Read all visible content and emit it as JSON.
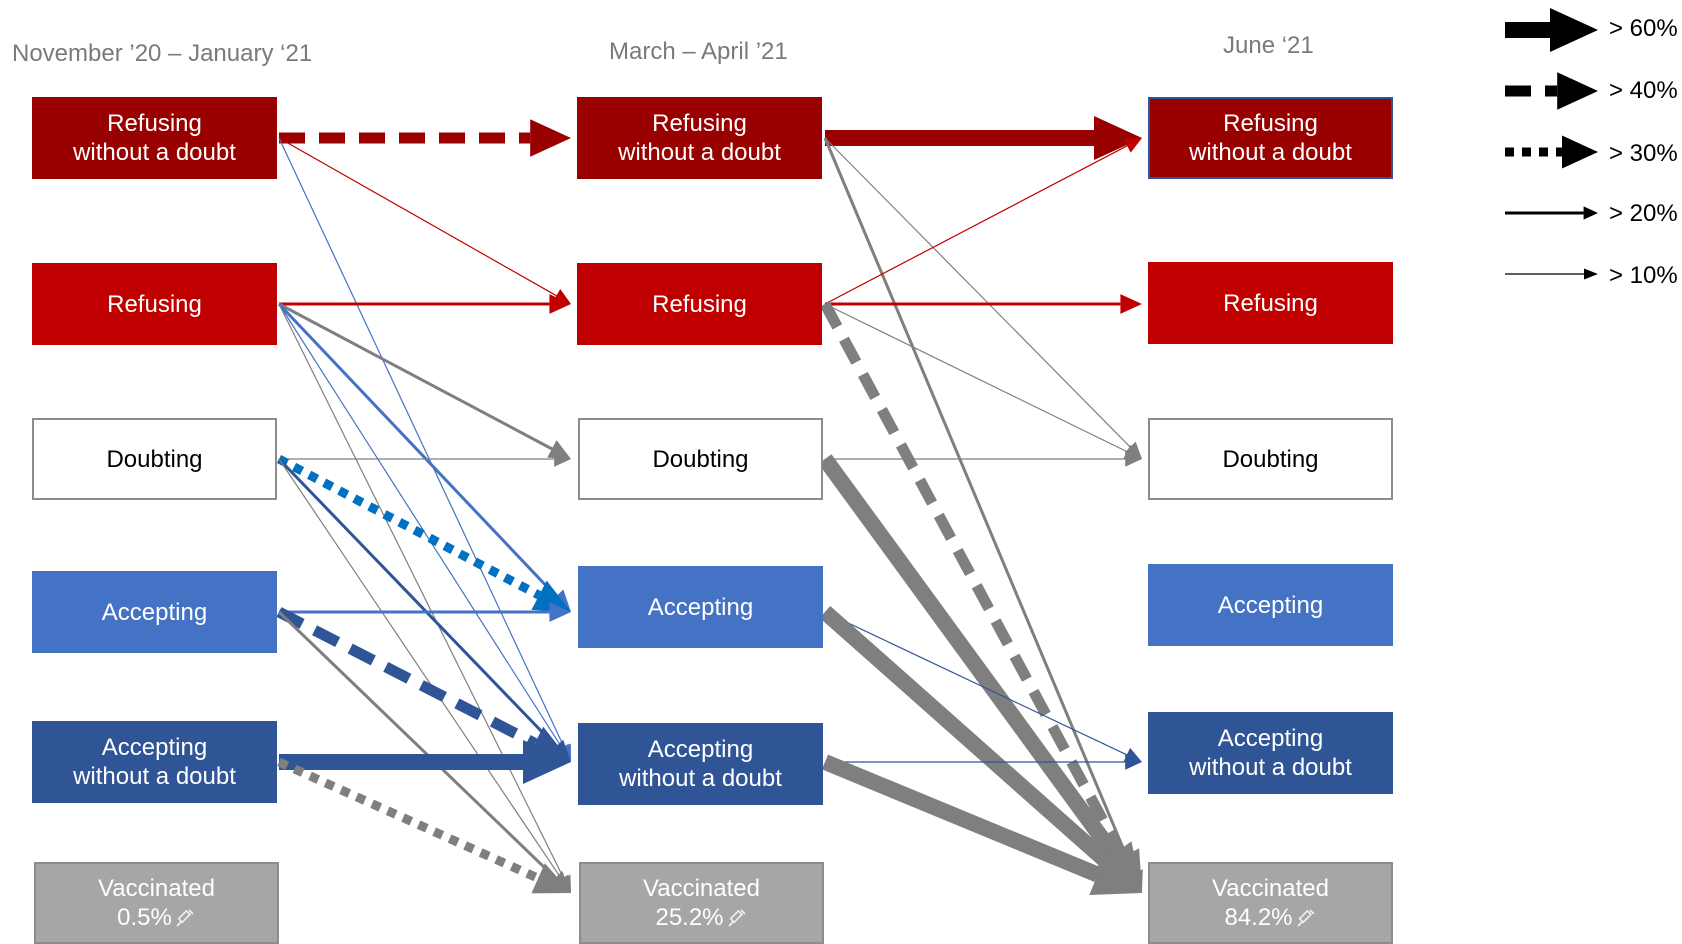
{
  "columns": [
    {
      "label": "November ’20 – January ‘21"
    },
    {
      "label": "March – April ’21"
    },
    {
      "label": "June ‘21"
    }
  ],
  "boxes": {
    "c0_rwd": {
      "line1": "Refusing",
      "line2": "without a doubt"
    },
    "c0_ref": {
      "line1": "Refusing"
    },
    "c0_dou": {
      "line1": "Doubting"
    },
    "c0_acc": {
      "line1": "Accepting"
    },
    "c0_awd": {
      "line1": "Accepting",
      "line2": "without a doubt"
    },
    "c0_vac": {
      "line1": "Vaccinated",
      "line2": "0.5%"
    },
    "c1_rwd": {
      "line1": "Refusing",
      "line2": "without a doubt"
    },
    "c1_ref": {
      "line1": "Refusing"
    },
    "c1_dou": {
      "line1": "Doubting"
    },
    "c1_acc": {
      "line1": "Accepting"
    },
    "c1_awd": {
      "line1": "Accepting",
      "line2": "without a doubt"
    },
    "c1_vac": {
      "line1": "Vaccinated",
      "line2": "25.2%"
    },
    "c2_rwd": {
      "line1": "Refusing",
      "line2": "without a doubt"
    },
    "c2_ref": {
      "line1": "Refusing"
    },
    "c2_dou": {
      "line1": "Doubting"
    },
    "c2_acc": {
      "line1": "Accepting"
    },
    "c2_awd": {
      "line1": "Accepting",
      "line2": "without a doubt"
    },
    "c2_vac": {
      "line1": "Vaccinated",
      "line2": "84.2%"
    }
  },
  "icons": {
    "vaccinated": "syringe-icon"
  },
  "legend": [
    {
      "label": "> 60%",
      "style": "thick-solid"
    },
    {
      "label": "> 40%",
      "style": "dashed"
    },
    {
      "label": "> 30%",
      "style": "dotted"
    },
    {
      "label": "> 20%",
      "style": "solid"
    },
    {
      "label": "> 10%",
      "style": "thin-solid"
    }
  ],
  "colors": {
    "refusing_without_doubt": "#990000",
    "refusing": "#c00000",
    "doubting": "#ffffff",
    "accepting": "#4472c4",
    "accepting_without_doubt": "#2f5597",
    "vaccinated": "#a6a6a6",
    "flow_red": "#c00000",
    "flow_dark_red": "#990000",
    "flow_blue": "#4472c4",
    "flow_dark_blue": "#2f5597",
    "flow_bright_blue": "#0070c0",
    "flow_grey": "#7f7f7f",
    "legend": "#000000"
  },
  "flows": [
    {
      "from": "c0_rwd",
      "to": "c1_rwd",
      "share": ">40%",
      "color": "flow_dark_red"
    },
    {
      "from": "c0_rwd",
      "to": "c1_ref",
      "share": ">10%",
      "color": "flow_red"
    },
    {
      "from": "c0_rwd",
      "to": "c1_awd",
      "share": ">10%",
      "color": "flow_blue"
    },
    {
      "from": "c0_ref",
      "to": "c1_ref",
      "share": ">20%",
      "color": "flow_red"
    },
    {
      "from": "c0_ref",
      "to": "c1_dou",
      "share": ">20%",
      "color": "flow_grey"
    },
    {
      "from": "c0_ref",
      "to": "c1_acc",
      "share": ">20%",
      "color": "flow_blue"
    },
    {
      "from": "c0_ref",
      "to": "c1_awd",
      "share": ">10%",
      "color": "flow_blue"
    },
    {
      "from": "c0_ref",
      "to": "c1_vac",
      "share": ">10%",
      "color": "flow_grey"
    },
    {
      "from": "c0_dou",
      "to": "c1_dou",
      "share": ">10%",
      "color": "flow_grey"
    },
    {
      "from": "c0_dou",
      "to": "c1_acc",
      "share": ">30%",
      "color": "flow_bright_blue"
    },
    {
      "from": "c0_dou",
      "to": "c1_awd",
      "share": ">20%",
      "color": "flow_dark_blue"
    },
    {
      "from": "c0_dou",
      "to": "c1_vac",
      "share": ">10%",
      "color": "flow_grey"
    },
    {
      "from": "c0_acc",
      "to": "c1_acc",
      "share": ">20%",
      "color": "flow_blue"
    },
    {
      "from": "c0_acc",
      "to": "c1_awd",
      "share": ">40%",
      "color": "flow_dark_blue"
    },
    {
      "from": "c0_acc",
      "to": "c1_vac",
      "share": ">20%",
      "color": "flow_grey"
    },
    {
      "from": "c0_awd",
      "to": "c1_awd",
      "share": ">60%",
      "color": "flow_dark_blue"
    },
    {
      "from": "c0_awd",
      "to": "c1_vac",
      "share": ">30%",
      "color": "flow_grey"
    },
    {
      "from": "c1_rwd",
      "to": "c2_rwd",
      "share": ">60%",
      "color": "flow_dark_red"
    },
    {
      "from": "c1_rwd",
      "to": "c2_dou",
      "share": ">10%",
      "color": "flow_grey"
    },
    {
      "from": "c1_rwd",
      "to": "c2_vac",
      "share": ">20%",
      "color": "flow_grey"
    },
    {
      "from": "c1_ref",
      "to": "c2_rwd",
      "share": ">10%",
      "color": "flow_red"
    },
    {
      "from": "c1_ref",
      "to": "c2_ref",
      "share": ">20%",
      "color": "flow_red"
    },
    {
      "from": "c1_ref",
      "to": "c2_dou",
      "share": ">10%",
      "color": "flow_grey"
    },
    {
      "from": "c1_ref",
      "to": "c2_vac",
      "share": ">40%",
      "color": "flow_grey"
    },
    {
      "from": "c1_dou",
      "to": "c2_dou",
      "share": ">10%",
      "color": "flow_grey"
    },
    {
      "from": "c1_dou",
      "to": "c2_vac",
      "share": ">60%",
      "color": "flow_grey"
    },
    {
      "from": "c1_acc",
      "to": "c2_awd",
      "share": ">10%",
      "color": "flow_dark_blue"
    },
    {
      "from": "c1_acc",
      "to": "c2_vac",
      "share": ">60%",
      "color": "flow_grey"
    },
    {
      "from": "c1_awd",
      "to": "c2_awd",
      "share": ">10%",
      "color": "flow_dark_blue"
    },
    {
      "from": "c1_awd",
      "to": "c2_vac",
      "share": ">60%",
      "color": "flow_grey"
    }
  ]
}
